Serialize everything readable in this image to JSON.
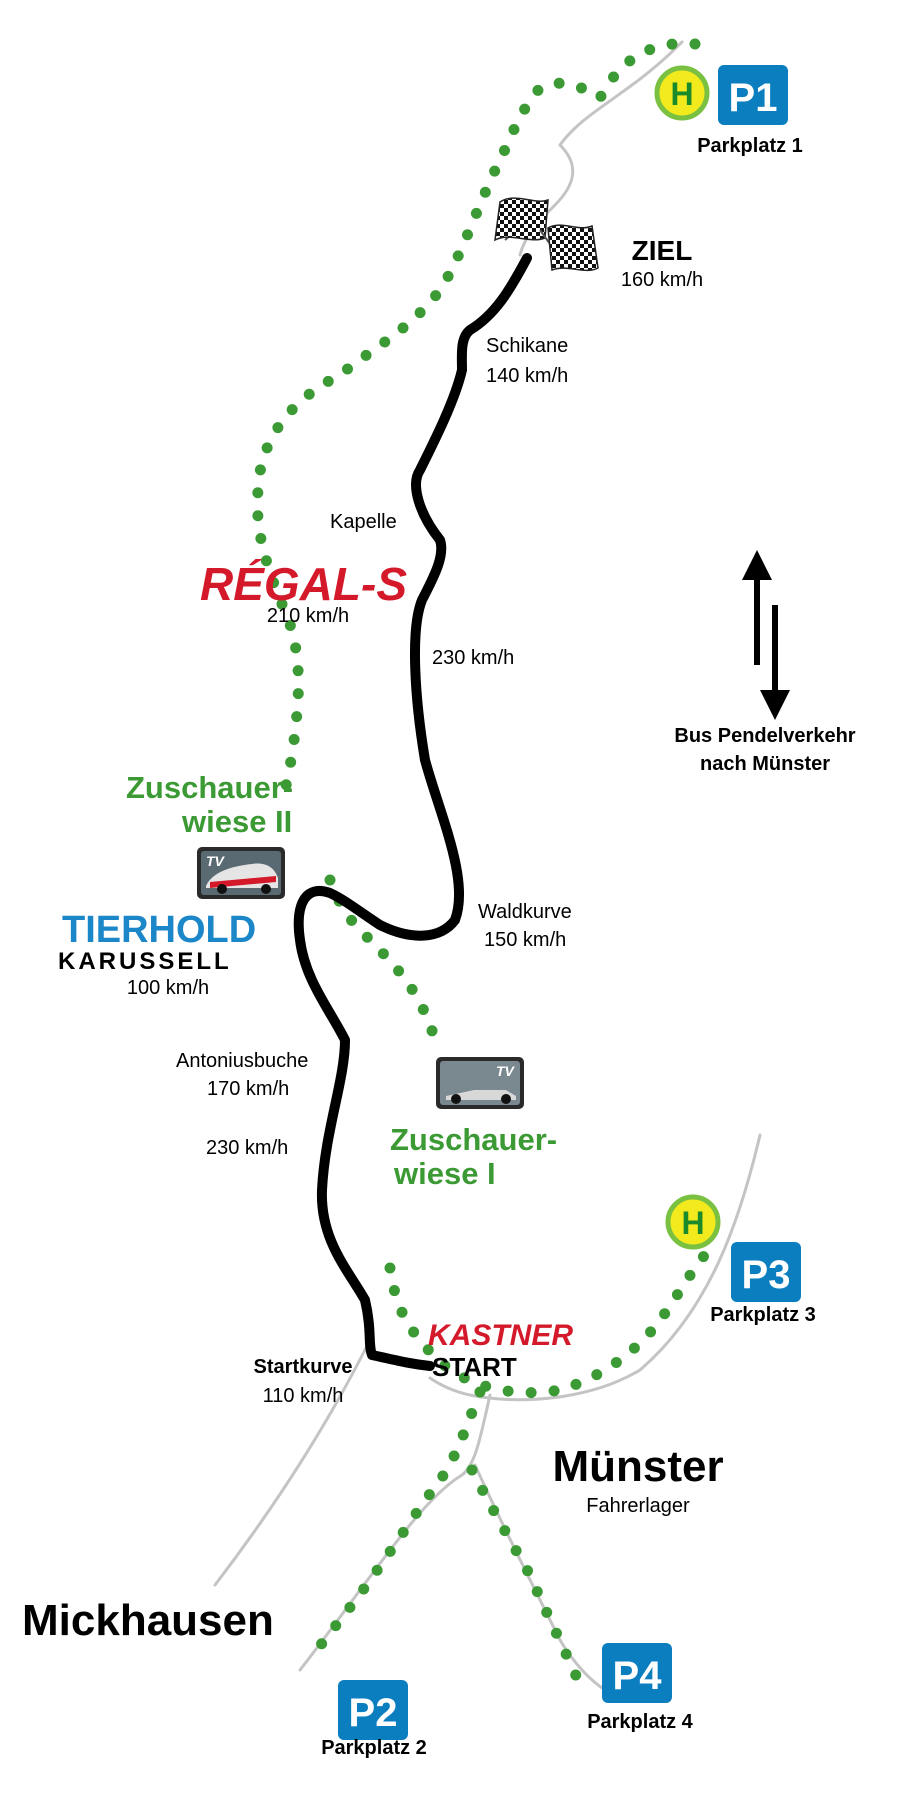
{
  "colors": {
    "track": "#000000",
    "road": "#c4c4c4",
    "footpath": "#3b9a34",
    "parking": "#0b7ec0",
    "bus_stop_fill": "#f2ea1c",
    "bus_stop_ring": "#7ac142",
    "regal_red": "#d41a2a",
    "tierhold_blue": "#1b86c8",
    "spectator_green": "#3b9a34"
  },
  "parking": {
    "p1": {
      "badge": "P1",
      "label": "Parkplatz 1"
    },
    "p2": {
      "badge": "P2",
      "label": "Parkplatz 2"
    },
    "p3": {
      "badge": "P3",
      "label": "Parkplatz 3"
    },
    "p4": {
      "badge": "P4",
      "label": "Parkplatz 4"
    }
  },
  "bus_stop_letter": "H",
  "finish": {
    "title": "ZIEL",
    "speed": "160 km/h"
  },
  "schikane": {
    "name": "Schikane",
    "speed": "140 km/h"
  },
  "kapelle": {
    "name": "Kapelle"
  },
  "regal": {
    "logo": "RÉGAL-S",
    "speed": "210 km/h"
  },
  "straight_upper": {
    "speed": "230 km/h"
  },
  "shuttle": {
    "line1": "Bus Pendelverkehr",
    "line2": "nach Münster"
  },
  "spectator_2": {
    "line1": "Zuschauer-",
    "line2": "wiese II"
  },
  "tv_badge": "TV",
  "tierhold": {
    "logo": "TIERHOLD",
    "sub": "KARUSSELL",
    "speed": "100 km/h"
  },
  "waldkurve": {
    "name": "Waldkurve",
    "speed": "150 km/h"
  },
  "antoniusbuche": {
    "name": "Antoniusbuche",
    "speed": "170 km/h"
  },
  "straight_lower": {
    "speed": "230 km/h"
  },
  "spectator_1": {
    "line1": "Zuschauer-",
    "line2": "wiese I"
  },
  "start": {
    "sponsor": "KASTNER",
    "label": "START"
  },
  "startkurve": {
    "name": "Startkurve",
    "speed": "110 km/h"
  },
  "muenster": {
    "name": "Münster",
    "sub": "Fahrerlager"
  },
  "mickhausen": {
    "name": "Mickhausen"
  }
}
